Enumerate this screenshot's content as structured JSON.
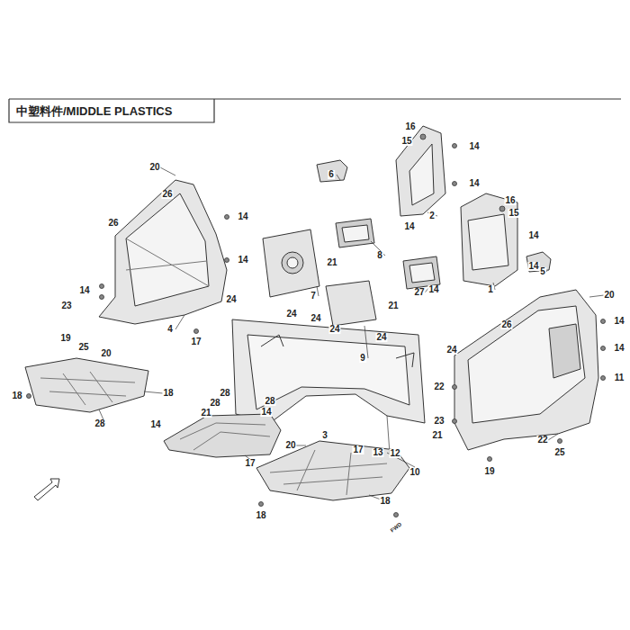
{
  "diagram": {
    "title": "中塑料件/MIDDLE PLASTICS",
    "labels": [
      "6",
      "16",
      "15",
      "14",
      "14",
      "2",
      "14",
      "16",
      "15",
      "14",
      "14",
      "5",
      "1",
      "14",
      "20",
      "26",
      "14",
      "26",
      "14",
      "8",
      "21",
      "7",
      "27",
      "21",
      "14",
      "23",
      "24",
      "24",
      "24",
      "24",
      "9",
      "24",
      "24",
      "26",
      "20",
      "4",
      "17",
      "19",
      "25",
      "20",
      "14",
      "14",
      "22",
      "18",
      "18",
      "28",
      "28",
      "21",
      "28",
      "14",
      "11",
      "28",
      "14",
      "23",
      "21",
      "3",
      "22",
      "20",
      "17",
      "25",
      "13",
      "12",
      "17",
      "19",
      "10",
      "18",
      "18",
      "FWD"
    ]
  }
}
